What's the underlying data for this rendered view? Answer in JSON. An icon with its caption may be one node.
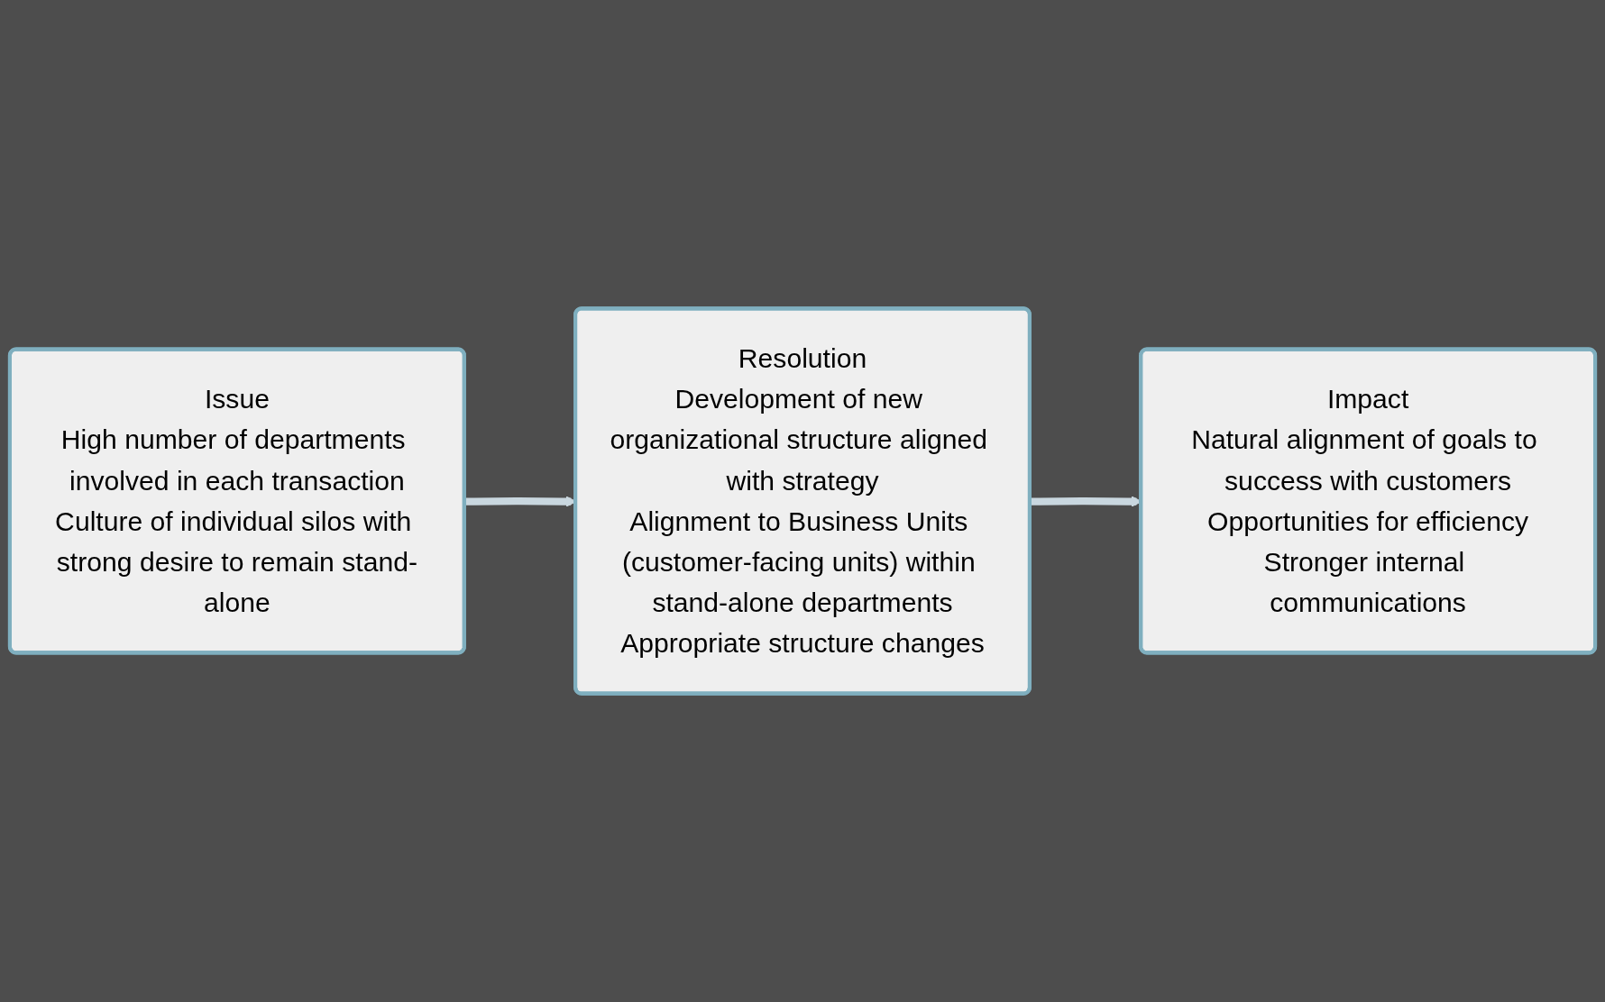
{
  "diagram": {
    "nodes": [
      {
        "text": [
          "Issue",
          "High number of departments involved in each transaction",
          "Culture of individual silos with strong desire to remain stand-alone"
        ]
      },
      {
        "text": [
          "Resolution",
          "Development of new organizational structure aligned with strategy",
          "Alignment to Business Units (customer-facing units) within stand-alone departments",
          "Appropriate structure changes"
        ]
      },
      {
        "text": [
          "Impact",
          "Natural alignment of goals to success with customers",
          "Opportunities for efficiency",
          "Stronger internal communications"
        ]
      }
    ],
    "edges": [
      {
        "from": 0,
        "to": 1,
        "arrow": "to"
      },
      {
        "from": 1,
        "to": 2,
        "arrow": "to"
      }
    ]
  }
}
